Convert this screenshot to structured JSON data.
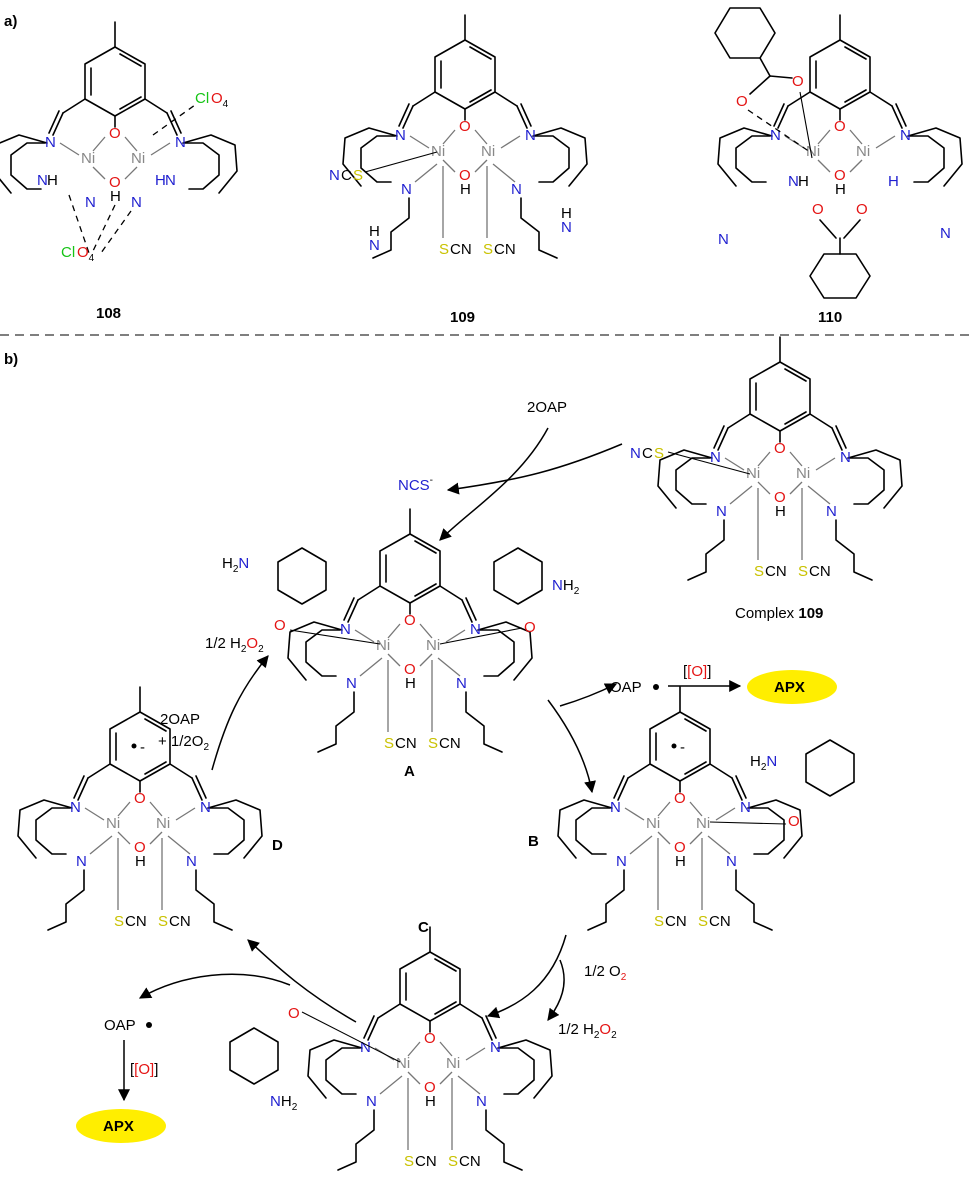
{
  "panels": {
    "a": "a)",
    "b": "b)"
  },
  "compounds": {
    "c108": "108",
    "c109": "109",
    "c110": "110",
    "complex_prefix": "Complex",
    "complex_num": "109"
  },
  "intermediates": {
    "A": "A",
    "B": "B",
    "C": "C",
    "D": "D"
  },
  "reagents": {
    "oap2_top": "2OAP",
    "ncs_leaving": "NCS",
    "ncs_charge": "-",
    "half_h2o2_left": "1/2 H",
    "half_h2o2_left_sub": "2",
    "half_h2o2_left_end": "O",
    "half_h2o2_left_sub2": "2",
    "oap2_left": "2OAP",
    "plus_half_o2": "+ 1/2O",
    "plus_half_o2_sub": "2",
    "oap_radical_right": "OAP",
    "oxidant_right": "[O]",
    "apx_right": "APX",
    "half_o2_bottom": "1/2 O",
    "half_o2_bottom_sub": "2",
    "half_h2o2_bottom": "1/2 H",
    "half_h2o2_bottom_sub": "2",
    "half_h2o2_bottom_end": "O",
    "half_h2o2_bottom_sub2": "2",
    "oap_radical_left": "OAP",
    "oxidant_left": "[O]",
    "apx_left": "APX"
  },
  "colors": {
    "nitrogen": "#1f1fd0",
    "oxygen": "#e41414",
    "nickel": "#888888",
    "sulfur": "#c9c200",
    "chlorine": "#16c416",
    "apx_fill": "#ffee00"
  }
}
